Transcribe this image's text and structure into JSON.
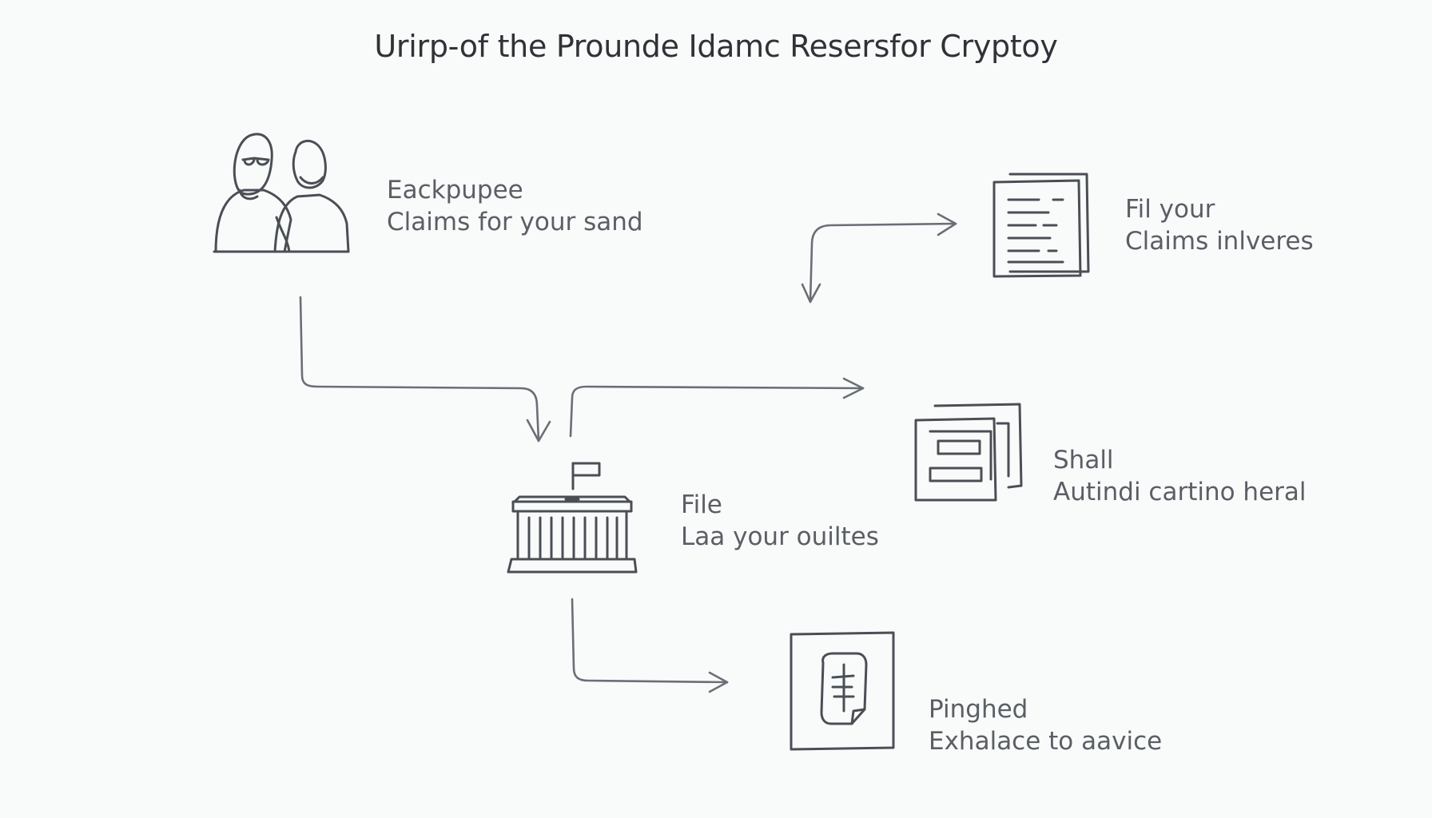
{
  "title": "Urirp-of the Prounde Idamc Resersfor Cryptoy",
  "nodes": {
    "people": {
      "line1": "Eackpupee",
      "line2": "Claims for your sand",
      "icon": "people-icon"
    },
    "documents": {
      "line1": "Fil your",
      "line2": "Claims inlveres",
      "icon": "documents-icon"
    },
    "court": {
      "line1": "File",
      "line2": "Laa your ouiltes",
      "icon": "courthouse-icon"
    },
    "forms": {
      "line1": "Shall",
      "line2": "Autindi cartino heral",
      "icon": "forms-icon"
    },
    "advice": {
      "line1": "Pinghed",
      "line2": "Exhalace to aavice",
      "icon": "phone-document-icon"
    }
  }
}
